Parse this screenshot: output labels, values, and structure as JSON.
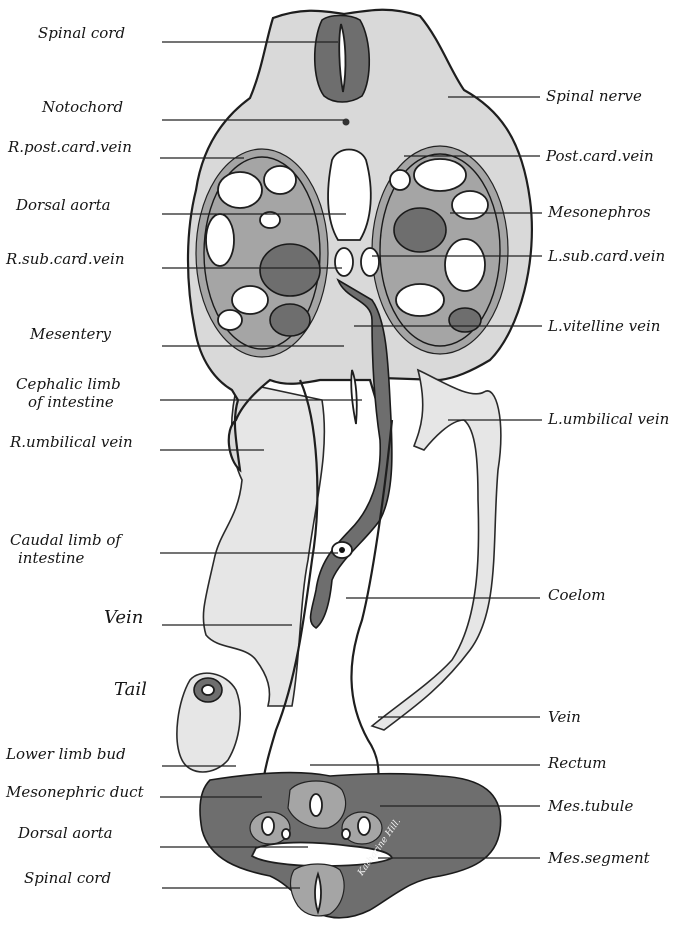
{
  "labels_left": [
    {
      "id": "spinal-cord-top",
      "text": "Spinal cord"
    },
    {
      "id": "notochord",
      "text": "Notochord"
    },
    {
      "id": "r-post-card-vein",
      "text": "R.post.card.vein"
    },
    {
      "id": "dorsal-aorta-top",
      "text": "Dorsal aorta"
    },
    {
      "id": "r-sub-card-vein",
      "text": "R.sub.card.vein"
    },
    {
      "id": "mesentery",
      "text": "Mesentery"
    },
    {
      "id": "cephalic-limb-1",
      "text": "Cephalic limb"
    },
    {
      "id": "cephalic-limb-2",
      "text": "of intestine"
    },
    {
      "id": "r-umbilical-vein",
      "text": "R.umbilical vein"
    },
    {
      "id": "caudal-limb-1",
      "text": "Caudal limb of"
    },
    {
      "id": "caudal-limb-2",
      "text": "intestine"
    },
    {
      "id": "vein-left",
      "text": "Vein"
    },
    {
      "id": "tail",
      "text": "Tail"
    },
    {
      "id": "lower-limb-bud",
      "text": "Lower limb bud"
    },
    {
      "id": "mesonephric-duct",
      "text": "Mesonephric duct"
    },
    {
      "id": "dorsal-aorta-bottom",
      "text": "Dorsal aorta"
    },
    {
      "id": "spinal-cord-bottom",
      "text": "Spinal cord"
    }
  ],
  "labels_right": [
    {
      "id": "spinal-nerve",
      "text": "Spinal nerve"
    },
    {
      "id": "post-card-vein",
      "text": "Post.card.vein"
    },
    {
      "id": "mesonephros",
      "text": "Mesonephros"
    },
    {
      "id": "l-sub-card-vein",
      "text": "L.sub.card.vein"
    },
    {
      "id": "l-vitelline-vein",
      "text": "L.vitelline vein"
    },
    {
      "id": "l-umbilical-vein",
      "text": "L.umbilical vein"
    },
    {
      "id": "coelom",
      "text": "Coelom"
    },
    {
      "id": "vein-right",
      "text": "Vein"
    },
    {
      "id": "rectum",
      "text": "Rectum"
    },
    {
      "id": "mes-tubule",
      "text": "Mes.tubule"
    },
    {
      "id": "mes-segment",
      "text": "Mes.segment"
    }
  ],
  "signature": "Katharine Hill."
}
